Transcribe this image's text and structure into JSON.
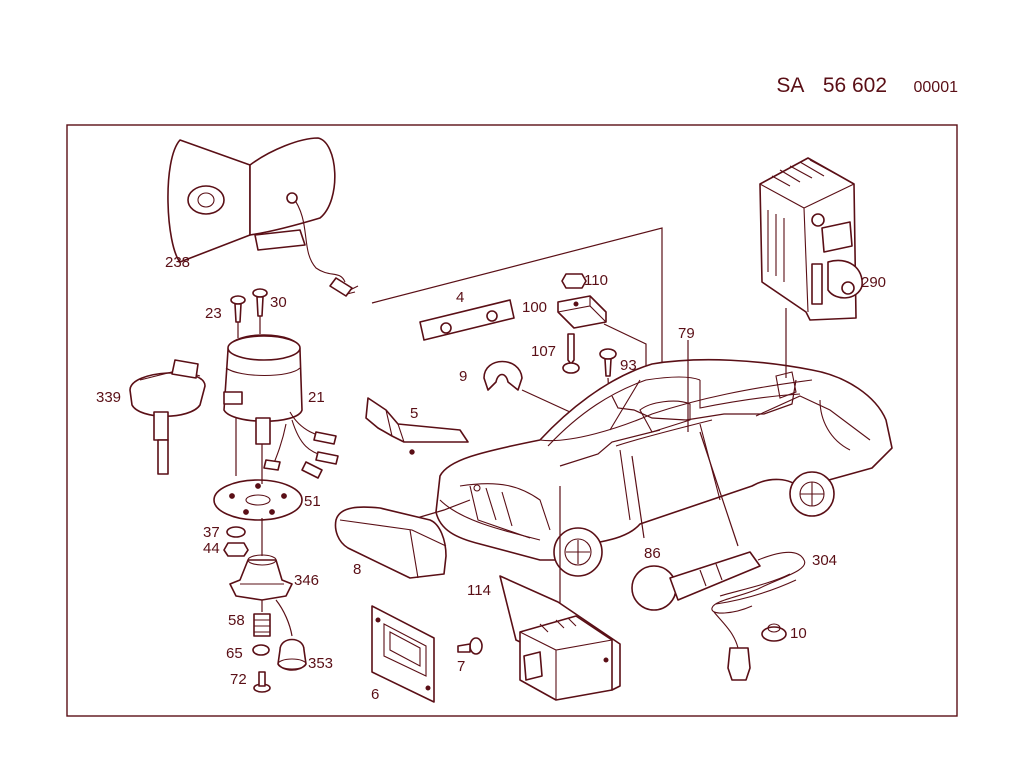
{
  "header": {
    "prefix": "SA",
    "group_number": "56 602",
    "sheet": "00001"
  },
  "callouts": {
    "p238": "238",
    "p23": "23",
    "p30": "30",
    "p339": "339",
    "p21": "21",
    "p51": "51",
    "p37": "37",
    "p44": "44",
    "p346": "346",
    "p58": "58",
    "p65": "65",
    "p353": "353",
    "p72": "72",
    "p4": "4",
    "p110": "110",
    "p100": "100",
    "p107": "107",
    "p93": "93",
    "p9": "9",
    "p5": "5",
    "p79": "79",
    "p290": "290",
    "p8": "8",
    "p86": "86",
    "p304": "304",
    "p114": "114",
    "p10": "10",
    "p7": "7",
    "p6": "6"
  },
  "colors": {
    "line": "#5a0f16",
    "background": "#ffffff"
  }
}
